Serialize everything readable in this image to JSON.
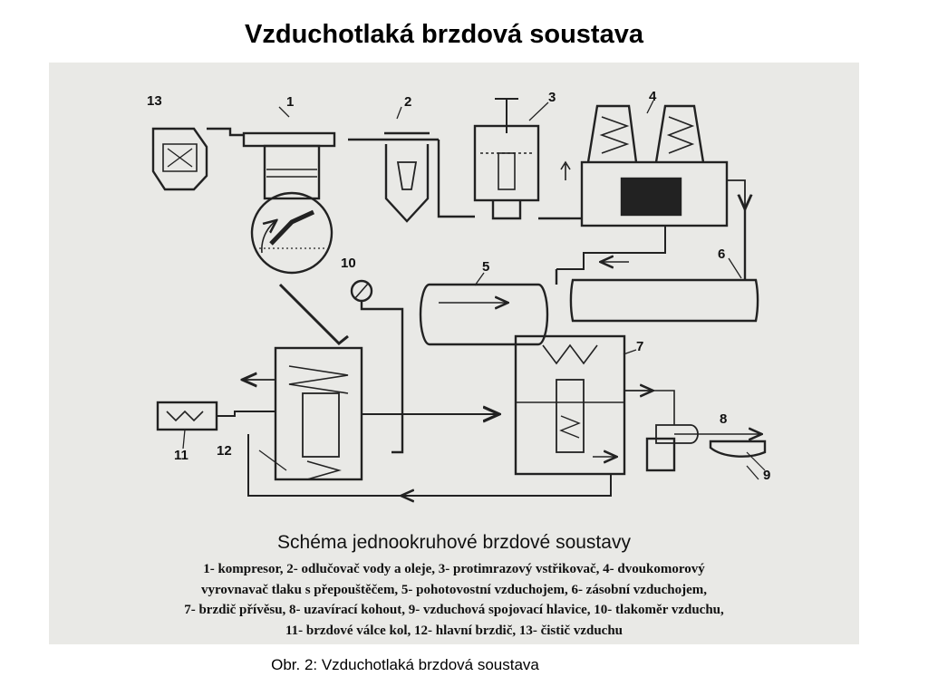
{
  "slide": {
    "title": "Vzduchotlaká brzdová soustava",
    "caption": "Obr. 2: Vzduchotlaká brzdová soustava"
  },
  "scheme": {
    "title": "Schéma jednookruhové brzdové soustavy",
    "legend_lines": [
      "1- kompresor, 2- odlučovač vody a oleje, 3- protimrazový vstřikovač, 4- dvoukomorový",
      "vyrovnavač tlaku s přepouštěčem, 5- pohotovostní vzduchojem, 6- zásobní vzduchojem,",
      "7- brzdič přívěsu, 8- uzavírací kohout, 9- vzduchová spojovací hlavice, 10- tlakoměr vzduchu,",
      "11- brzdové válce kol, 12- hlavní brzdič, 13- čistič vzduchu"
    ],
    "component_numbers": [
      "13",
      "1",
      "2",
      "3",
      "4",
      "10",
      "5",
      "6",
      "7",
      "8",
      "11",
      "12",
      "9"
    ]
  }
}
